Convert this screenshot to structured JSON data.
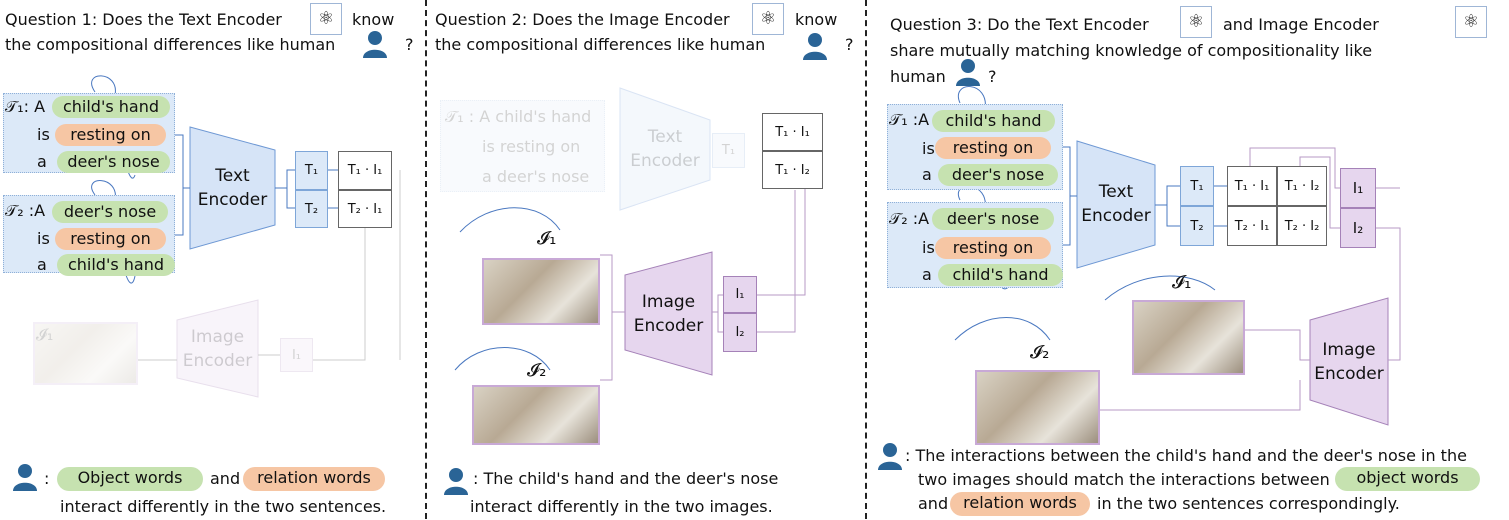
{
  "q1": {
    "line1a": "Question 1: Does the Text Encoder",
    "line1b": "know",
    "line2": "the compositional differences like human",
    "qmark": "?",
    "t1": {
      "label": "𝒯₁:",
      "a": "A",
      "is": "is",
      "a2": "a",
      "w1": "child's hand",
      "w2": "resting on",
      "w3": "deer's nose"
    },
    "t2": {
      "label": "𝒯₂ :",
      "a": "A",
      "is": "is",
      "a2": "a",
      "w1": "deer's nose",
      "w2": "resting on",
      "w3": "child's hand"
    },
    "text_encoder": "Text\nEncoder",
    "T1": "T₁",
    "T2": "T₂",
    "d1": "T₁ · I₁",
    "d2": "T₂ · I₁",
    "image_label": "𝓘₁",
    "image_encoder": "Image\nEncoder",
    "I1": "I₁",
    "legend": {
      "colon": ":",
      "object_words": "Object words",
      "and": "and",
      "relation_words": "relation words",
      "line2": "interact differently in the two sentences."
    }
  },
  "q2": {
    "line1a": "Question 2: Does the Image Encoder",
    "line1b": "know",
    "line2": "the compositional differences like human",
    "qmark": "?",
    "faded_text": {
      "label": "𝒯₁ :",
      "l1": "A child's hand",
      "l2": "is resting on",
      "l3": "a deer's nose"
    },
    "text_encoder": "Text\nEncoder",
    "T1": "T₁",
    "d1": "T₁ · I₁",
    "d2": "T₁ · I₂",
    "img1_label": "𝓘₁",
    "img2_label": "𝓘₂",
    "image_encoder": "Image\nEncoder",
    "I1": "I₁",
    "I2": "I₂",
    "legend": {
      "line1": ": The child's hand and the deer's nose",
      "line2": "interact differently in the two images."
    }
  },
  "q3": {
    "line1a": "Question 3: Do the Text Encoder",
    "line1b": "and Image Encoder",
    "line2": "share mutually matching knowledge of compositionality like",
    "line3": "human",
    "qmark": "?",
    "t1": {
      "label": "𝒯₁ :",
      "a": "A",
      "is": "is",
      "a2": "a",
      "w1": "child's hand",
      "w2": "resting on",
      "w3": "deer's nose"
    },
    "t2": {
      "label": "𝒯₂ :",
      "a": "A",
      "is": "is",
      "a2": "a",
      "w1": "deer's nose",
      "w2": "resting on",
      "w3": "child's hand"
    },
    "text_encoder": "Text\nEncoder",
    "T1": "T₁",
    "T2": "T₂",
    "matrix": [
      "T₁ · I₁",
      "T₁ · I₂",
      "T₂ · I₁",
      "T₂ · I₂"
    ],
    "I1": "I₁",
    "I2": "I₂",
    "img1_label": "𝓘₁",
    "img2_label": "𝓘₂",
    "image_encoder": "Image\nEncoder",
    "legend": {
      "line1": ": The interactions between the child's hand and the deer's nose in the",
      "line2": "two images should match the interactions between",
      "object_words": "object words",
      "and": "and",
      "relation_words": "relation words",
      "line3": "in the two sentences correspondingly."
    }
  },
  "colors": {
    "object": "#c6e2b0",
    "relation": "#f6c6a4",
    "text_enc": "#dce9f8",
    "image_enc": "#e6d6ee",
    "person": "#2a6496"
  }
}
